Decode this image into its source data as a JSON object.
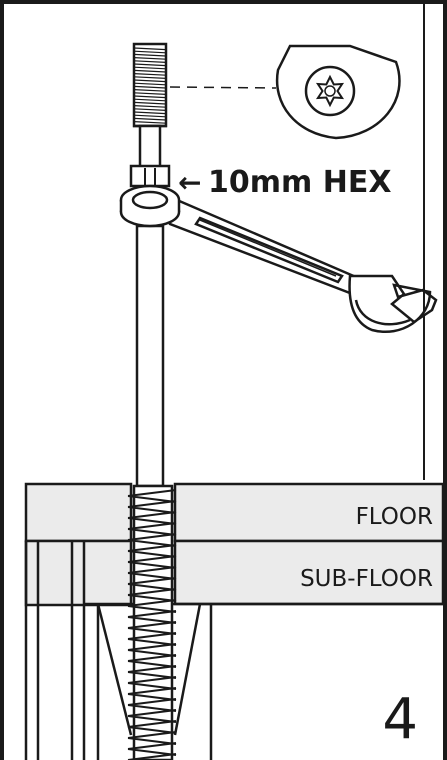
{
  "callout": {
    "arrow": "←",
    "text": "10mm HEX"
  },
  "layers": {
    "floor_label": "FLOOR",
    "subfloor_label": "SUB-FLOOR"
  },
  "step_number": "4",
  "icons": {
    "head": "torx-head-icon",
    "tool": "wrench-icon",
    "screw": "screw-icon"
  },
  "colors": {
    "line": "#1a1a1a",
    "board_fill": "#ebebeb",
    "background": "#ffffff"
  }
}
